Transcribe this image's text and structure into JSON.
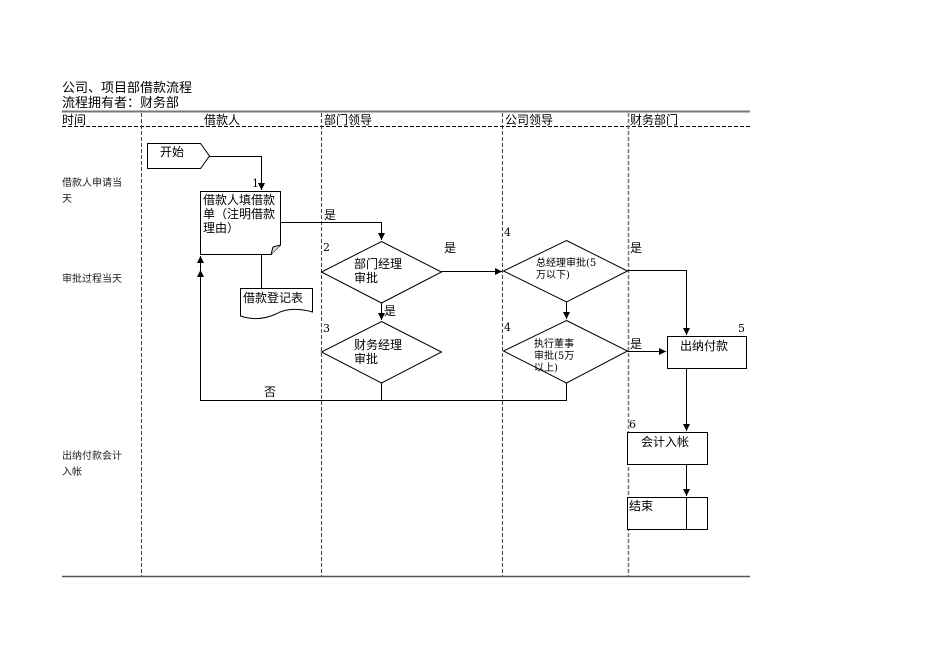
{
  "header": {
    "title": "公司、项目部借款流程",
    "owner": "流程拥有者：财务部"
  },
  "lanes": {
    "time": "时间",
    "borrower": "借款人",
    "dept_leader": "部门领导",
    "company_leader": "公司领导",
    "finance_dept": "财务部门"
  },
  "rows": [
    {
      "label": "借款人申请当天"
    },
    {
      "label": "审批过程当天"
    },
    {
      "label": "出纳付款会计入帐"
    }
  ],
  "nodes": {
    "start": "开始",
    "fill_form": "借款人填借款单（注明借款理由）",
    "register": "借款登记表",
    "dept_mgr": "部门经理审批",
    "fin_mgr": "财务经理审批",
    "gm": "总经理审批(5万以下)",
    "exec_dir": "执行董事审批(5万以上)",
    "cashier": "出纳付款",
    "accounting": "会计入帐",
    "end": "结束"
  },
  "step_numbers": {
    "fill_form": "1",
    "dept_mgr": "2",
    "fin_mgr": "3",
    "gm": "4",
    "exec_dir": "4",
    "cashier": "5",
    "accounting": "6"
  },
  "edge_labels": {
    "yes": "是",
    "no": "否"
  }
}
